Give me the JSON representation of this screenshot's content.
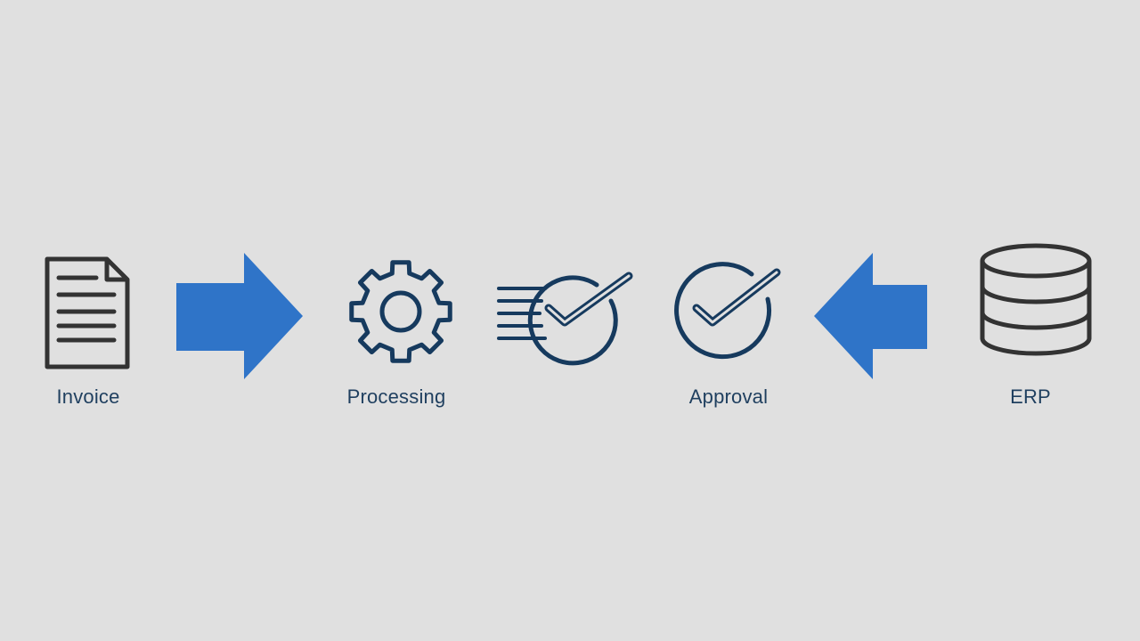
{
  "diagram": {
    "nodes": [
      {
        "id": "invoice",
        "label": "Invoice",
        "icon": "document-icon"
      },
      {
        "id": "processing",
        "label": "Processing",
        "icon": "gear-icon"
      },
      {
        "id": "fast-approval",
        "label": "",
        "icon": "speed-check-icon"
      },
      {
        "id": "approval",
        "label": "Approval",
        "icon": "check-circle-icon"
      },
      {
        "id": "erp",
        "label": "ERP",
        "icon": "database-icon"
      }
    ],
    "arrows": [
      {
        "from": "invoice",
        "to": "processing",
        "direction": "right"
      },
      {
        "from": "erp",
        "to": "approval",
        "direction": "left"
      }
    ]
  },
  "colors": {
    "background": "#e0e0e0",
    "arrow": "#2f74c8",
    "icon_dark": "#333333",
    "icon_navy": "#163a5e",
    "label": "#1f3f5f"
  }
}
